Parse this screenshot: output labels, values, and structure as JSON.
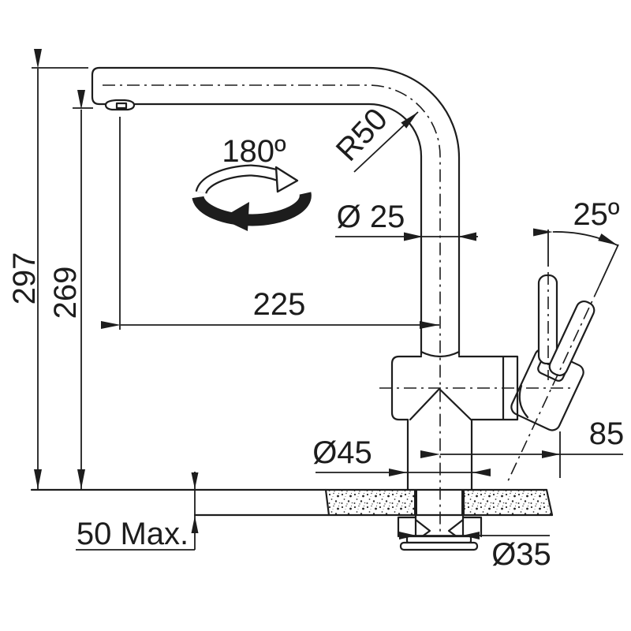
{
  "drawing": {
    "subject": "kitchen-faucet-installation-dimensions",
    "colors": {
      "background": "#ffffff",
      "line": "#1d1d1d"
    },
    "labels": {
      "total_height": "297",
      "spout_height": "269",
      "spout_reach": "225",
      "swivel_angle": "180º",
      "bend_radius": "R50",
      "spout_tube_diameter": "Ø 25",
      "lever_tilt_angle": "25º",
      "lever_offset": "85",
      "body_diameter": "Ø45",
      "mounting_hole_diameter": "Ø35",
      "max_deck_thickness": "50 Max."
    },
    "icons": {
      "rotation_icon": "circular-rotation-arrow"
    }
  }
}
